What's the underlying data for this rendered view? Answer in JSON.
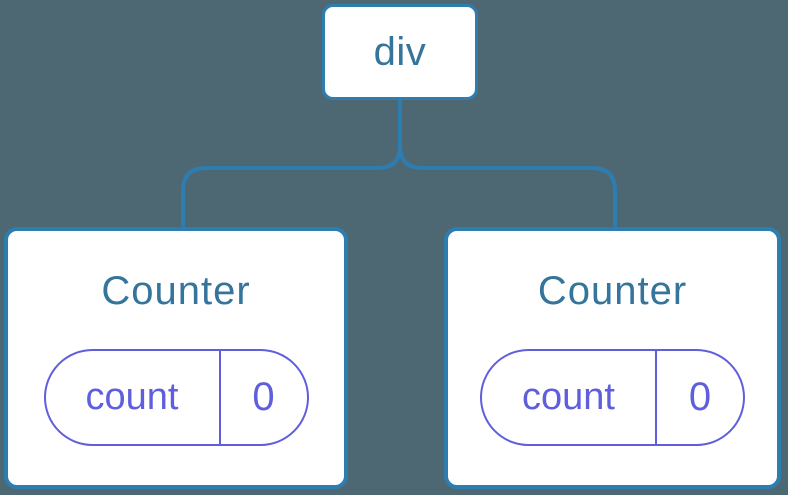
{
  "colors": {
    "page_bg": "#4D6873",
    "node_border": "#2E7DB1",
    "node_bg": "#FFFFFF",
    "label_blue": "#35749B",
    "state_purple": "#5F5FDE"
  },
  "tree": {
    "root": {
      "label": "div"
    },
    "children": [
      {
        "label": "Counter",
        "state": {
          "key": "count",
          "value": "0"
        }
      },
      {
        "label": "Counter",
        "state": {
          "key": "count",
          "value": "0"
        }
      }
    ]
  }
}
